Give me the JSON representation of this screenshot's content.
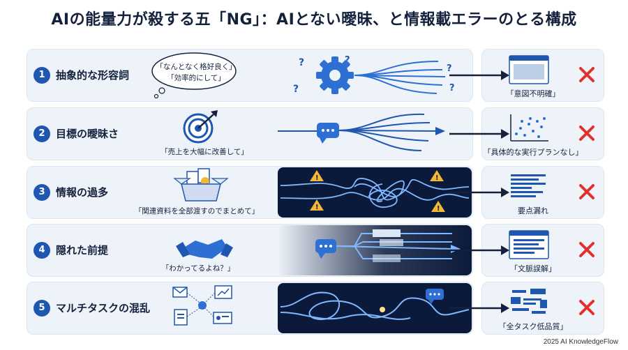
{
  "title": "AIの能量力が殺する五「NG」：AIとない曖昧、と情報載エラーのとる構成",
  "rows": [
    {
      "num": "1",
      "label": "抽象的な形容詞",
      "caption": "「なんとなく格好良く」\n「効率的にして」",
      "output": "「意図不明確」"
    },
    {
      "num": "2",
      "label": "目標の曖昧さ",
      "caption": "「売上を大幅に改善して」",
      "output": "「具体的な実行プランなし」"
    },
    {
      "num": "3",
      "label": "情報の過多",
      "caption": "「関連資料を全部渡すのでまとめて」",
      "output": "要点漏れ"
    },
    {
      "num": "4",
      "label": "隠れた前提",
      "caption": "「わかってるよね？」",
      "output": "「文脈誤解」"
    },
    {
      "num": "5",
      "label": "マルチタスクの混乱",
      "caption": "",
      "output": "「全タスク低品質」"
    }
  ],
  "footer": "2025 AI KnowledgeFlow",
  "colors": {
    "accent": "#1e56b0",
    "dark_panel": "#0b1a3a",
    "cross": "#e0312b",
    "row_bg": "#eef3fa"
  }
}
